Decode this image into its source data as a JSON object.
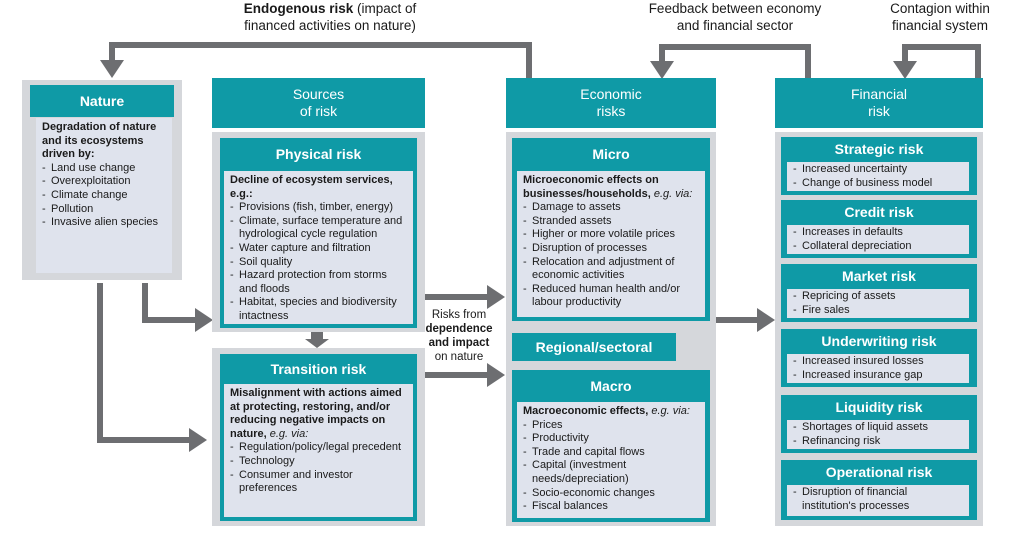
{
  "top_labels": {
    "endogenous_bold": "Endogenous risk",
    "endogenous_rest": " (impact of",
    "endogenous_line2": "financed activities on nature)",
    "feedback_line1": "Feedback between economy",
    "feedback_line2": "and financial sector",
    "contagion_line1": "Contagion within",
    "contagion_line2": "financial system"
  },
  "nature": {
    "title": "Nature",
    "lead": "Degradation of nature and its ecosystems driven by:",
    "items": [
      "Land use change",
      "Overexploitation",
      "Climate change",
      "Pollution",
      "Invasive alien species"
    ]
  },
  "sources": {
    "title_line1": "Sources",
    "title_line2": "of risk",
    "physical": {
      "title": "Physical risk",
      "lead": "Decline of ecosystem services, e.g.:",
      "items": [
        "Provisions (fish, timber, energy)",
        "Climate, surface temperature and hydrological cycle regulation",
        "Water capture and filtration",
        "Soil quality",
        "Hazard protection from storms and floods",
        "Habitat, species and biodiversity intactness"
      ]
    },
    "transition": {
      "title": "Transition risk",
      "lead": "Misalignment with actions aimed at protecting, restoring, and/or reducing negative impacts on nature,",
      "lead_tail": " e.g. via:",
      "items": [
        "Regulation/policy/legal precedent",
        "Technology",
        "Consumer and investor preferences"
      ]
    }
  },
  "middle_label": {
    "line1": "Risks from",
    "line2": "dependence",
    "line3": "and impact",
    "line4": "on nature"
  },
  "economic": {
    "title_line1": "Economic",
    "title_line2": "risks",
    "micro": {
      "title": "Micro",
      "lead": "Microeconomic effects on businesses/households,",
      "lead_tail": " e.g. via:",
      "items": [
        "Damage to assets",
        "Stranded assets",
        "Higher or more volatile prices",
        "Disruption of processes",
        "Relocation and adjustment of economic activities",
        "Reduced human health and/or labour productivity"
      ]
    },
    "regional": "Regional/sectoral",
    "macro": {
      "title": "Macro",
      "lead": "Macroeconomic effects,",
      "lead_tail": " e.g. via:",
      "items": [
        "Prices",
        "Productivity",
        "Trade and capital flows",
        "Capital (investment needs/depreciation)",
        "Socio-economic changes",
        "Fiscal balances"
      ]
    }
  },
  "financial": {
    "title_line1": "Financial",
    "title_line2": "risk",
    "risks": [
      {
        "title": "Strategic risk",
        "items": [
          "Increased uncertainty",
          "Change of business model"
        ]
      },
      {
        "title": "Credit risk",
        "items": [
          "Increases in defaults",
          "Collateral depreciation"
        ]
      },
      {
        "title": "Market risk",
        "items": [
          "Repricing of assets",
          "Fire sales"
        ]
      },
      {
        "title": "Underwriting risk",
        "items": [
          "Increased insured losses",
          "Increased insurance gap"
        ]
      },
      {
        "title": "Liquidity risk",
        "items": [
          "Shortages of liquid assets",
          "Refinancing risk"
        ]
      },
      {
        "title": "Operational risk",
        "items": [
          "Disruption of financial institution's processes"
        ]
      }
    ]
  },
  "colors": {
    "teal": "#0f9aa6",
    "arrow": "#6d6e71",
    "panel": "#d5d7db",
    "inner": "#dfe3ed"
  }
}
